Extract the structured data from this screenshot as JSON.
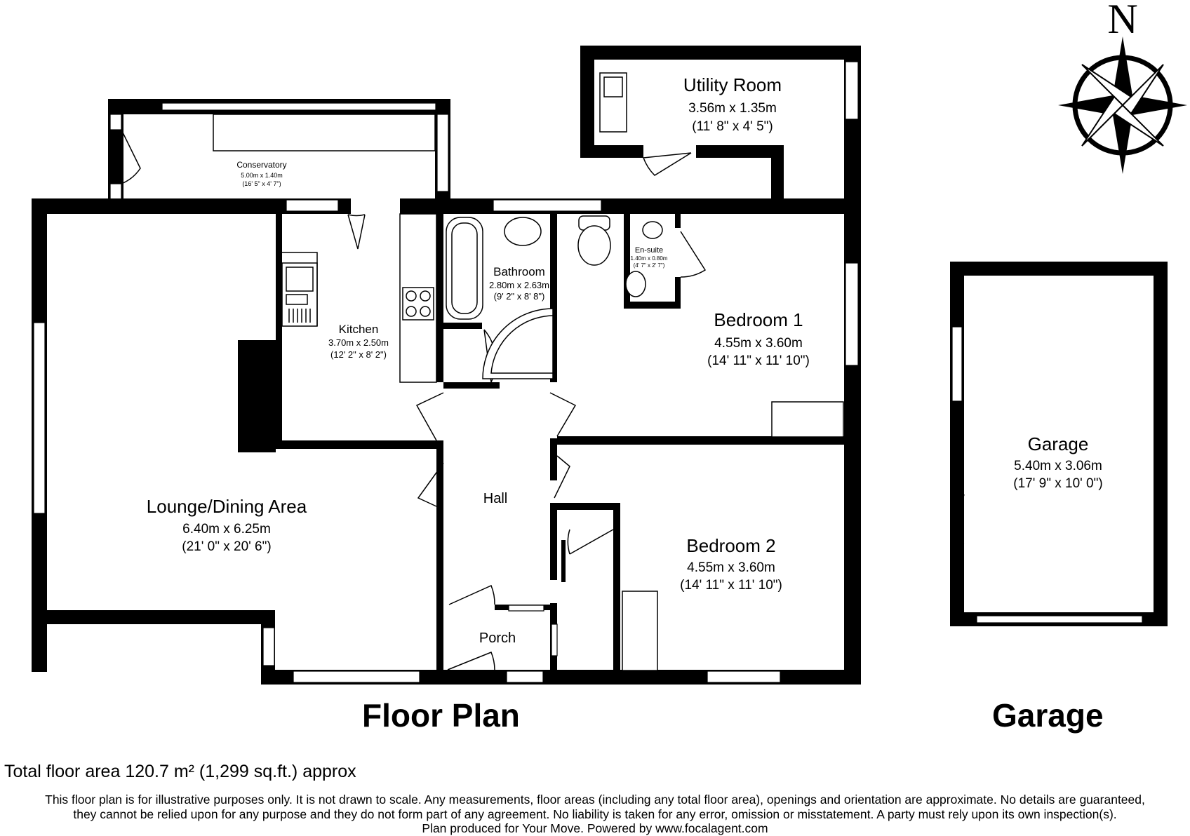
{
  "compass": {
    "label": "N",
    "icon": "compass-rose-icon"
  },
  "rooms": [
    {
      "id": "utility",
      "name": "Utility Room",
      "metric": "3.56m x 1.35m",
      "imperial": "(11' 8\" x 4' 5\")"
    },
    {
      "id": "conservatory",
      "name": "Conservatory",
      "metric": "5.00m x 1.40m",
      "imperial": "(16' 5\" x 4' 7\")"
    },
    {
      "id": "bathroom",
      "name": "Bathroom",
      "metric": "2.80m x 2.63m",
      "imperial": "(9' 2\" x 8' 8\")"
    },
    {
      "id": "ensuite",
      "name": "En-suite",
      "metric": "1.40m x 0.80m",
      "imperial": "(4' 7\" x 2' 7\")"
    },
    {
      "id": "kitchen",
      "name": "Kitchen",
      "metric": "3.70m x 2.50m",
      "imperial": "(12' 2\" x 8' 2\")"
    },
    {
      "id": "bedroom1",
      "name": "Bedroom 1",
      "metric": "4.55m x 3.60m",
      "imperial": "(14' 11\" x 11' 10\")"
    },
    {
      "id": "lounge",
      "name": "Lounge/Dining Area",
      "metric": "6.40m x 6.25m",
      "imperial": "(21' 0\" x 20' 6\")"
    },
    {
      "id": "hall",
      "name": "Hall",
      "metric": "",
      "imperial": ""
    },
    {
      "id": "bedroom2",
      "name": "Bedroom 2",
      "metric": "4.55m x 3.60m",
      "imperial": "(14' 11\" x 11' 10\")"
    },
    {
      "id": "porch",
      "name": "Porch",
      "metric": "",
      "imperial": ""
    },
    {
      "id": "garage",
      "name": "Garage",
      "metric": "5.40m x 3.06m",
      "imperial": "(17' 9\" x 10' 0\")"
    }
  ],
  "captions": {
    "floor_plan": "Floor Plan",
    "garage": "Garage"
  },
  "total_area": "Total floor area 120.7 m² (1,299 sq.ft.) approx",
  "disclaimer": [
    "This floor plan is for illustrative purposes only. It is not drawn to scale. Any measurements, floor areas (including any total floor area), openings and orientation are approximate. No details are guaranteed,",
    "they cannot be relied upon for any purpose and they do not form part of any agreement. No liability is taken for any error, omission or misstatement. A party must rely upon its own inspection(s).",
    "Plan produced for Your Move. Powered by www.focalagent.com"
  ]
}
